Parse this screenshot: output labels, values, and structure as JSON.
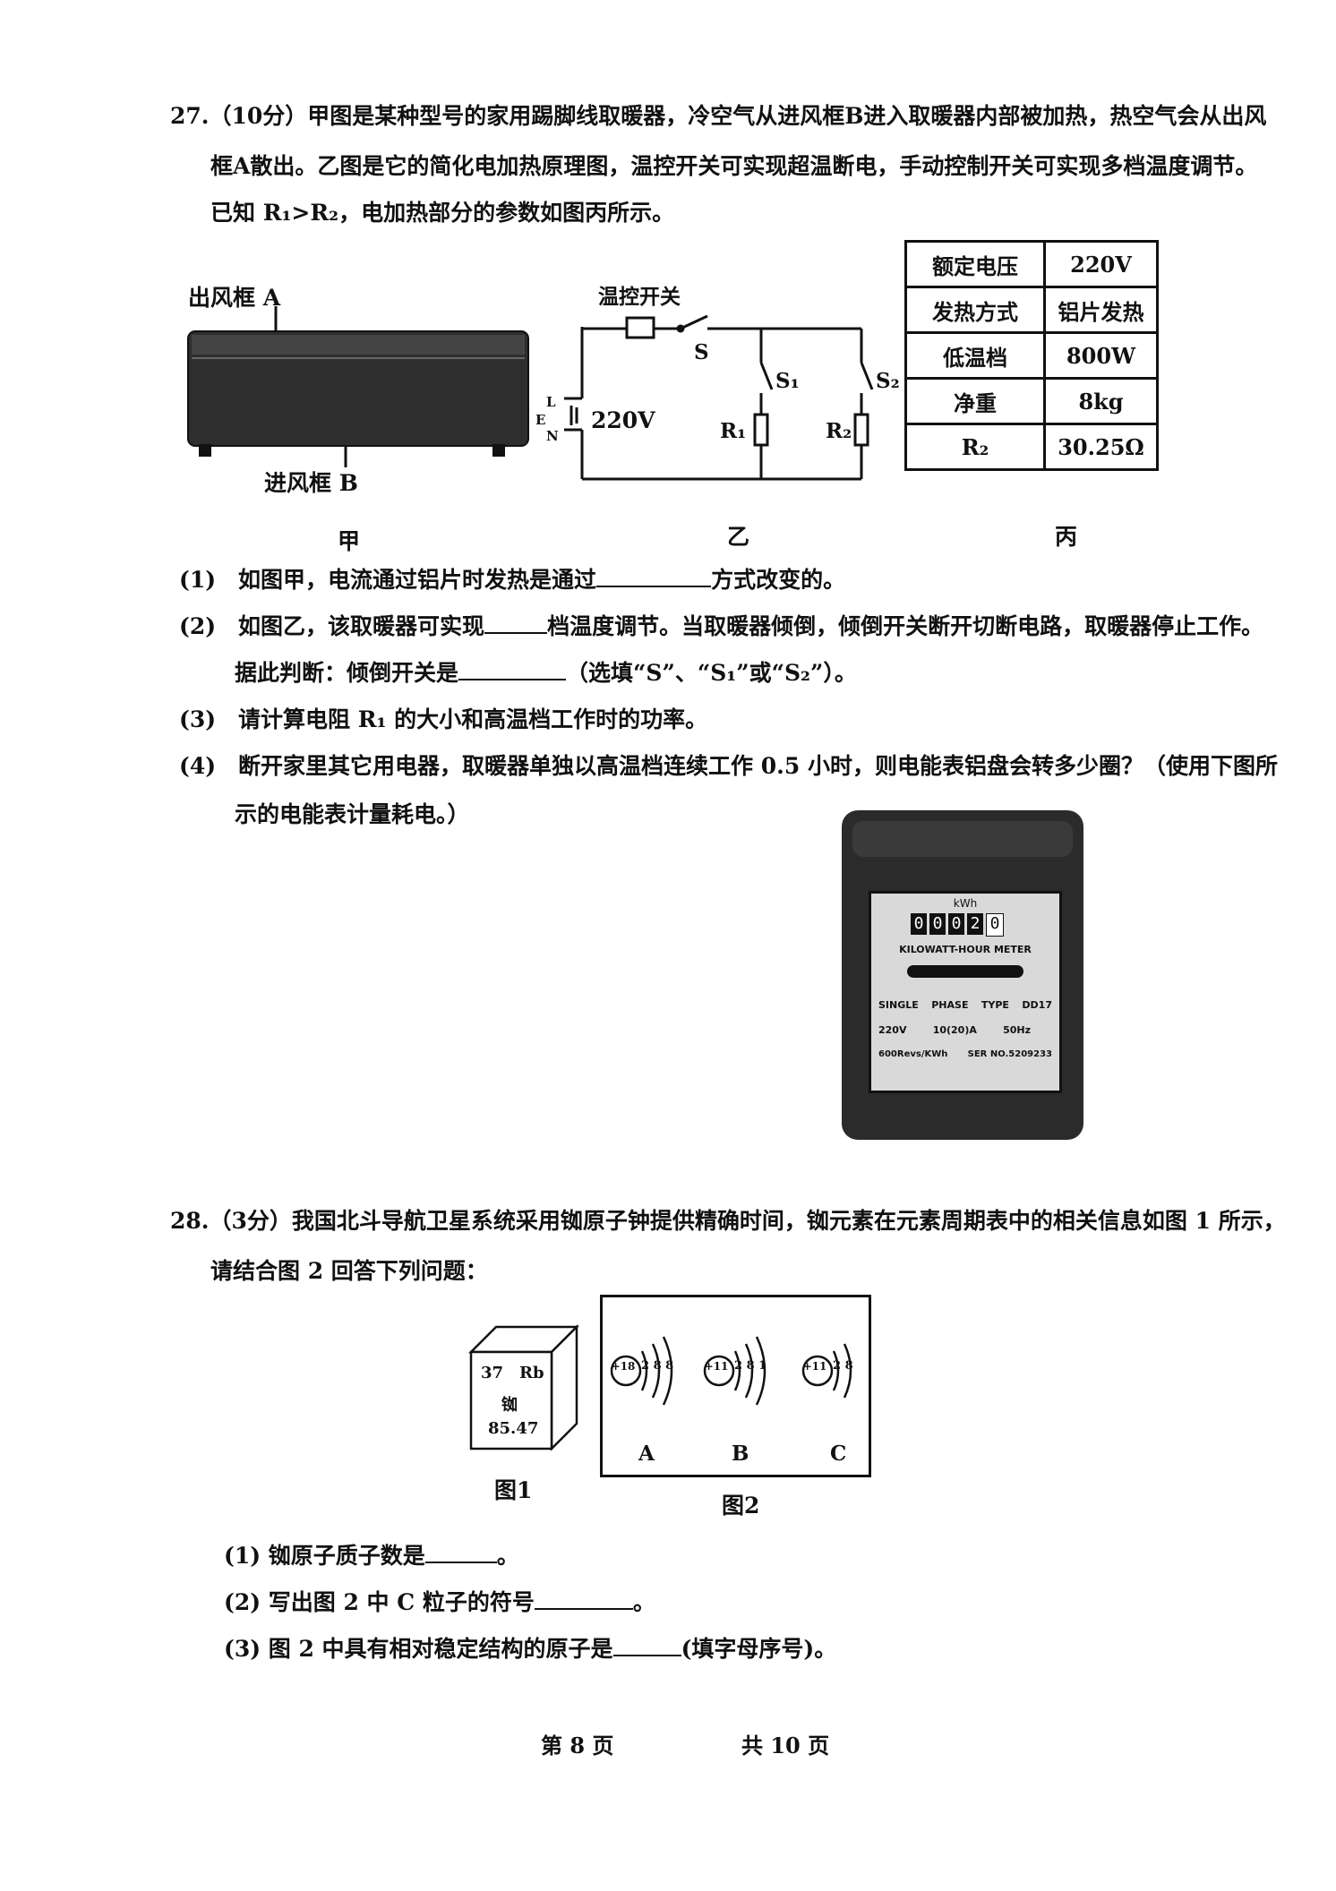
{
  "q27": {
    "line1": "27.（10分）甲图是某种型号的家用踢脚线取暖器，冷空气从进风框B进入取暖器内部被加热，热空气会从出风",
    "line2": "框A散出。乙图是它的简化电加热原理图，温控开关可实现超温断电，手动控制开关可实现多档温度调节。",
    "line3": "已知 R₁>R₂，电加热部分的参数如图丙所示。",
    "fig_jia": {
      "outlet_label": "出风框 A",
      "inlet_label": "进风框 B",
      "caption": "甲"
    },
    "fig_yi": {
      "thermo_label": "温控开关",
      "s_label": "S",
      "s1_label": "S₁",
      "s2_label": "S₂",
      "r1_label": "R₁",
      "r2_label": "R₂",
      "voltage_label": "220V",
      "l_label": "L",
      "e_label": "E",
      "n_label": "N",
      "caption": "乙"
    },
    "fig_bing": {
      "caption": "丙",
      "rows": [
        {
          "name": "额定电压",
          "value": "220V"
        },
        {
          "name": "发热方式",
          "value": "铝片发热"
        },
        {
          "name": "低温档",
          "value": "800W"
        },
        {
          "name": "净重",
          "value": "8kg"
        },
        {
          "name": "R₂",
          "value": "30.25Ω"
        }
      ]
    },
    "p1_a": "(1)　如图甲，电流通过铝片时发热是通过",
    "p1_b": "方式改变的。",
    "p2_a": "(2)　如图乙，该取暖器可实现",
    "p2_b": "档温度调节。当取暖器倾倒，倾倒开关断开切断电路，取暖器停止工作。",
    "p2_c": "据此判断：倾倒开关是",
    "p2_d": "（选填“S”、“S₁”或“S₂”）。",
    "p3": "(3)　请计算电阻 R₁ 的大小和高温档工作时的功率。",
    "p4_a": "(4)　断开家里其它用电器，取暖器单独以高温档连续工作 0.5 小时，则电能表铝盘会转多少圈？（使用下图所",
    "p4_b": "示的电能表计量耗电。）",
    "meter": {
      "unit": "kWh",
      "digits": [
        "0",
        "0",
        "0",
        "2",
        "0"
      ],
      "brand": "KILOWATT-HOUR METER",
      "row1": [
        "SINGLE",
        "PHASE",
        "TYPE",
        "DD17"
      ],
      "row2": [
        "220V",
        "10(20)A",
        "50Hz"
      ],
      "row3": [
        "600Revs/KWh",
        "SER NO.5209233"
      ]
    }
  },
  "q28": {
    "line1": "28.（3分）我国北斗导航卫星系统采用铷原子钟提供精确时间，铷元素在元素周期表中的相关信息如图 1 所示，",
    "line2": "请结合图 2 回答下列问题：",
    "fig1": {
      "number": "37",
      "symbol": "Rb",
      "name": "铷",
      "mass": "85.47",
      "caption": "图1"
    },
    "fig2": {
      "caption": "图2",
      "atoms": [
        {
          "nucleus": "+18",
          "shells": "2 8 8",
          "label": "A"
        },
        {
          "nucleus": "+11",
          "shells": "2 8 1",
          "label": "B"
        },
        {
          "nucleus": "+11",
          "shells": "2 8",
          "label": "C"
        }
      ]
    },
    "p1_a": "(1) 铷原子质子数是",
    "p1_b": "。",
    "p2_a": "(2) 写出图 2 中 C 粒子的符号",
    "p2_b": "。",
    "p3_a": "(3) 图 2 中具有相对稳定结构的原子是",
    "p3_b": "(填字母序号)。"
  },
  "footer": {
    "page": "第 8 页",
    "total": "共 10 页"
  }
}
